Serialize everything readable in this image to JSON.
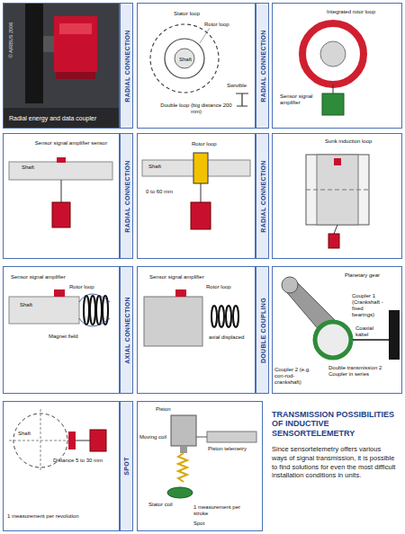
{
  "diagram": {
    "title": "TRANSMISSION POSSIBILITIES OF INDUCTIVE SENSORTELEMETRY",
    "caption": "Since sensortelemetry offers various ways of signal transmission, it is possible to find solutions for even the most difficult installation conditions in units.",
    "nodes": [
      {
        "text": [
          "© AIRBUS 2006",
          "Radial energy and data coupler"
        ]
      },
      {
        "text": [
          "RADIAL CONNECTION"
        ]
      },
      {
        "text": [
          "Stator loop",
          "Rotor loop",
          "Shaft",
          "Swivible",
          "Double loop (big distance 200 mm)"
        ]
      },
      {
        "text": [
          "RADIAL CONNECTION"
        ]
      },
      {
        "text": [
          "Integrated rotor loop",
          "Sensor signal amplifier"
        ]
      },
      {
        "text": [
          "Sensor signal amplifier sensor",
          "Shaft"
        ]
      },
      {
        "text": [
          "RADIAL CONNECTION"
        ]
      },
      {
        "text": [
          "Rotor loop",
          "Shaft",
          "0 to 60 mm"
        ]
      },
      {
        "text": [
          "RADIAL CONNECTION"
        ]
      },
      {
        "text": [
          "Sunk induction loop"
        ]
      },
      {
        "text": [
          "Sensor signal amplifier",
          "Rotor loop",
          "Shaft",
          "Magnet field"
        ]
      },
      {
        "text": [
          "AXIAL CONNECTION"
        ]
      },
      {
        "text": [
          "Sensor signal amplifier",
          "Rotor loop",
          "axial displaced"
        ]
      },
      {
        "text": [
          "DOUBLE COUPLING"
        ]
      },
      {
        "text": [
          "Planetary gear",
          "Coupler 1 (Crankshaft - fixed bearings)",
          "Coaxial kabel",
          "Coupler 2 (e.g. con-rod-crankshaft)",
          "Double transmission 2 Coupler in series"
        ]
      },
      {
        "text": [
          "Shaft",
          "Distance 5 to 30 mm",
          "1 measurement per revolution"
        ]
      },
      {
        "text": [
          "SPOT"
        ]
      },
      {
        "text": [
          "Piston",
          "Moving coil",
          "Piston telemetry",
          "Stator coil",
          "1 measurement per stroke",
          "Spot"
        ]
      }
    ]
  }
}
